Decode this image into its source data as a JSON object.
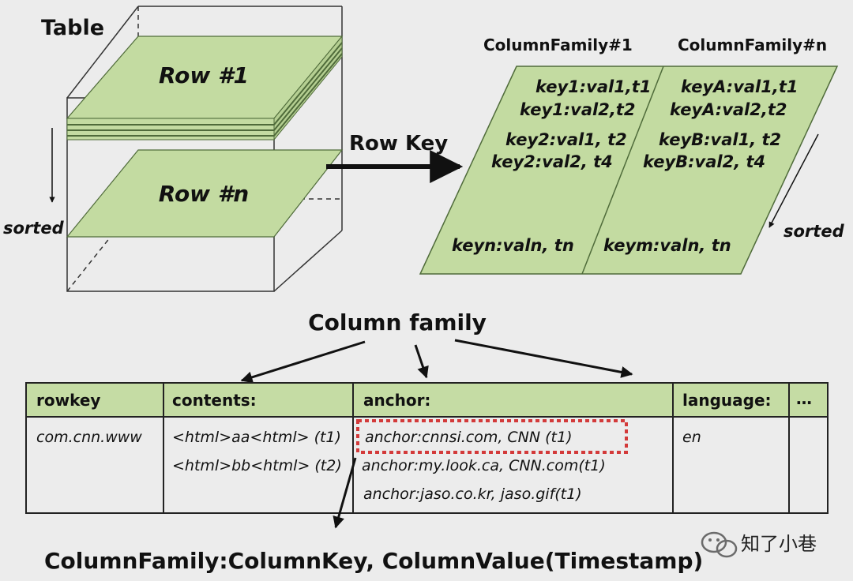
{
  "table_label": "Table",
  "rows": {
    "row1": "Row #1",
    "rown": "Row #n"
  },
  "sorted_left": "sorted",
  "sorted_right": "sorted",
  "row_key": "Row Key",
  "column_families": {
    "cf1": {
      "title": "ColumnFamily#1",
      "entries": [
        "key1:val1,t1",
        "key1:val2,t2",
        "key2:val1, t2",
        "key2:val2, t4"
      ],
      "last": "keyn:valn, tn"
    },
    "cfn": {
      "title": "ColumnFamily#n",
      "entries": [
        "keyA:val1,t1",
        "keyA:val2,t2",
        "keyB:val1, t2",
        "keyB:val2, t4"
      ],
      "last": "keym:valn, tn"
    }
  },
  "column_family_label": "Column family",
  "table": {
    "headers": [
      "rowkey",
      "contents:",
      "anchor:",
      "language:",
      "…"
    ],
    "rowkey": "com.cnn.www",
    "contents": [
      "<html>aa<html> (t1)",
      "<html>bb<html> (t2)"
    ],
    "anchor": [
      "anchor:cnnsi.com, CNN (t1)",
      "anchor:my.look.ca, CNN.com(t1)",
      "anchor:jaso.co.kr, jaso.gif(t1)"
    ],
    "language": "en"
  },
  "footer_formula": "ColumnFamily:ColumnKey, ColumnValue(Timestamp)",
  "watermark": "知了小巷",
  "colors": {
    "green_fill": "#c3dba1",
    "green_dark": "#4f6b3a",
    "header_fill": "#c5dca4",
    "highlight": "#d33a3a",
    "wechat_icon": "#6b6b6b"
  }
}
